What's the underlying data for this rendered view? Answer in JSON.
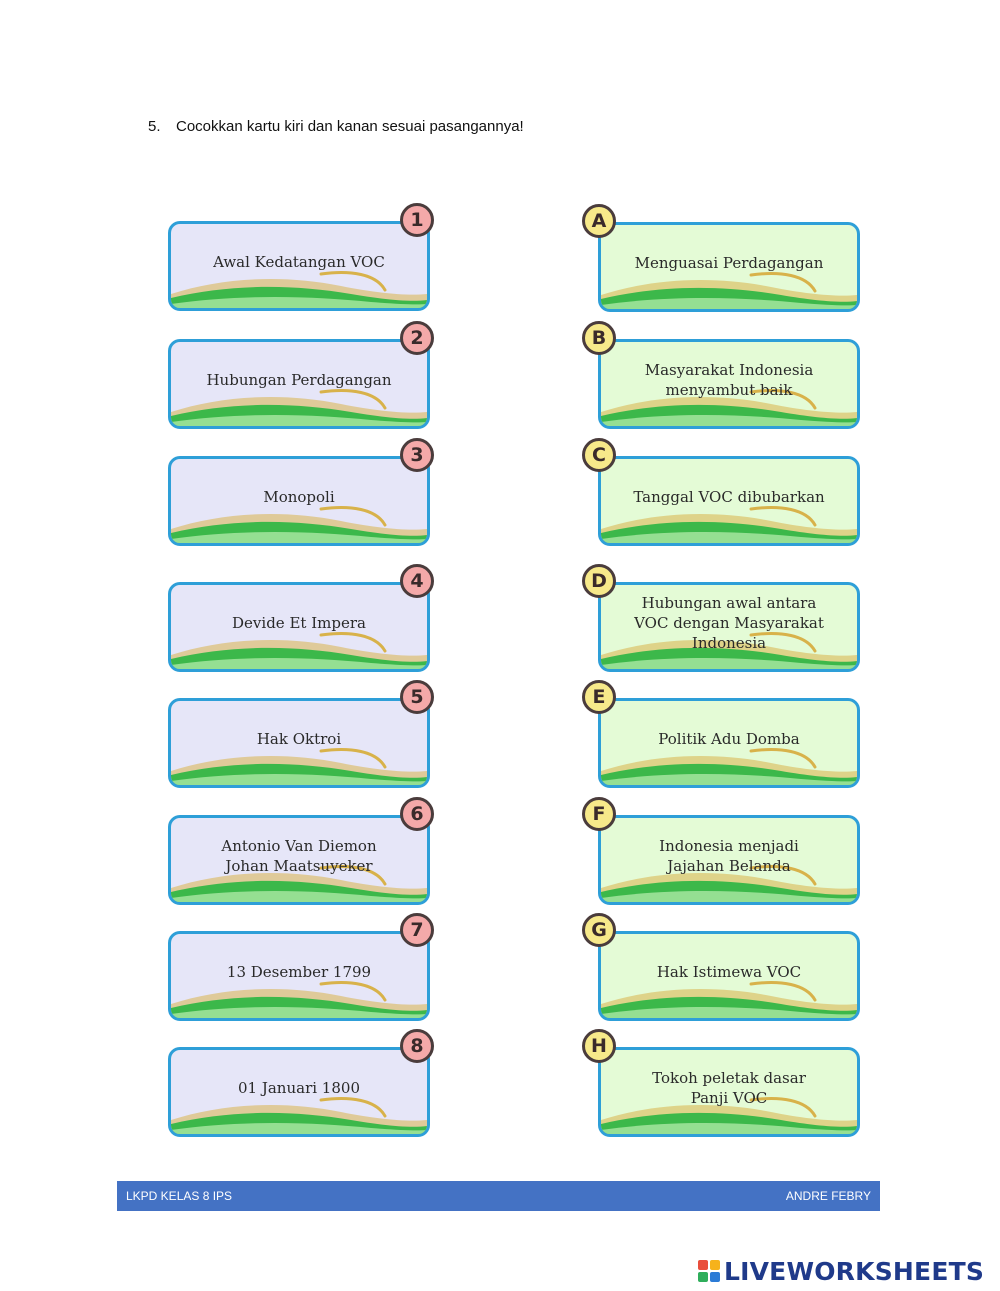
{
  "question": {
    "number": "5.",
    "text": "Cocokkan kartu kiri dan kanan sesuai pasangannya!"
  },
  "left_cards": [
    {
      "badge": "1",
      "text": "Awal Kedatangan VOC"
    },
    {
      "badge": "2",
      "text": "Hubungan Perdagangan"
    },
    {
      "badge": "3",
      "text": "Monopoli"
    },
    {
      "badge": "4",
      "text": "Devide Et Impera"
    },
    {
      "badge": "5",
      "text": "Hak Oktroi"
    },
    {
      "badge": "6",
      "text": "Antonio Van Diemon\nJohan Maatsuyeker"
    },
    {
      "badge": "7",
      "text": "13 Desember 1799"
    },
    {
      "badge": "8",
      "text": "01 Januari 1800"
    }
  ],
  "right_cards": [
    {
      "badge": "A",
      "text": "Menguasai Perdagangan"
    },
    {
      "badge": "B",
      "text": "Masyarakat Indonesia\nmenyambut baik"
    },
    {
      "badge": "C",
      "text": "Tanggal VOC dibubarkan"
    },
    {
      "badge": "D",
      "text": "Hubungan awal antara\nVOC dengan Masyarakat\nIndonesia"
    },
    {
      "badge": "E",
      "text": "Politik Adu Domba"
    },
    {
      "badge": "F",
      "text": "Indonesia menjadi\nJajahan Belanda"
    },
    {
      "badge": "G",
      "text": "Hak Istimewa VOC"
    },
    {
      "badge": "H",
      "text": "Tokoh peletak dasar\nPanji VOC"
    }
  ],
  "footer": {
    "left": "LKPD KELAS 8 IPS",
    "right": "ANDRE FEBRY"
  },
  "brand": {
    "name": "LIVEWORKSHEETS",
    "logo_colors": [
      "#e94e3c",
      "#f6b21b",
      "#2fae5b",
      "#2b7bd6"
    ]
  },
  "colors": {
    "card_border": "#2e9fd8",
    "left_card_bg": "#e6e6f8",
    "right_card_bg": "#e4fbd6",
    "left_badge": "#f4a9a9",
    "right_badge": "#f7e98a",
    "wave_green": "#3cb84a",
    "wave_gold": "#d8b24a",
    "footer_bg": "#4472c4"
  }
}
